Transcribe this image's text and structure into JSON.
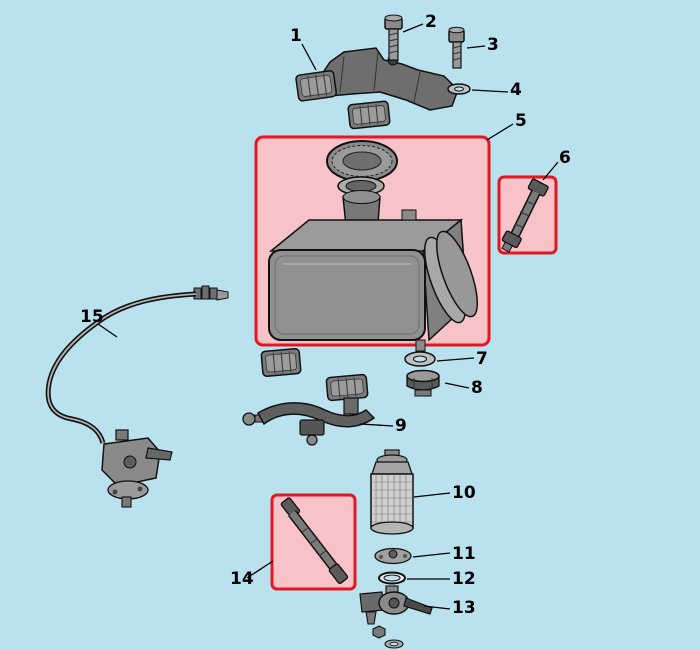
{
  "diagram": {
    "background": "#b9e2ee",
    "highlight_fill": "#f7c3c8",
    "highlight_stroke": "#e01824",
    "outline_color": "#111111",
    "part_fill_dark": "#5a5a5a",
    "part_fill_mid": "#8d8d8d",
    "part_fill_light": "#c9c9c9"
  },
  "parts": [
    {
      "num": "1",
      "name": "mounting-pad-upper"
    },
    {
      "num": "2",
      "name": "hex-bolt-long"
    },
    {
      "num": "3",
      "name": "hex-bolt-short"
    },
    {
      "num": "4",
      "name": "washer"
    },
    {
      "num": "5",
      "name": "fuel-tank-assembly"
    },
    {
      "num": "6",
      "name": "fuel-hose-upper"
    },
    {
      "num": "7",
      "name": "sealing-washer"
    },
    {
      "num": "8",
      "name": "outlet-nut"
    },
    {
      "num": "9",
      "name": "mounting-strap-lower"
    },
    {
      "num": "10",
      "name": "fuel-filter"
    },
    {
      "num": "11",
      "name": "filter-plate"
    },
    {
      "num": "12",
      "name": "o-ring"
    },
    {
      "num": "13",
      "name": "fuel-valve-petcock"
    },
    {
      "num": "14",
      "name": "fuel-hose-lower"
    },
    {
      "num": "15",
      "name": "fuel-line-and-pump"
    }
  ],
  "highlighted_parts": [
    "5",
    "6",
    "14"
  ]
}
